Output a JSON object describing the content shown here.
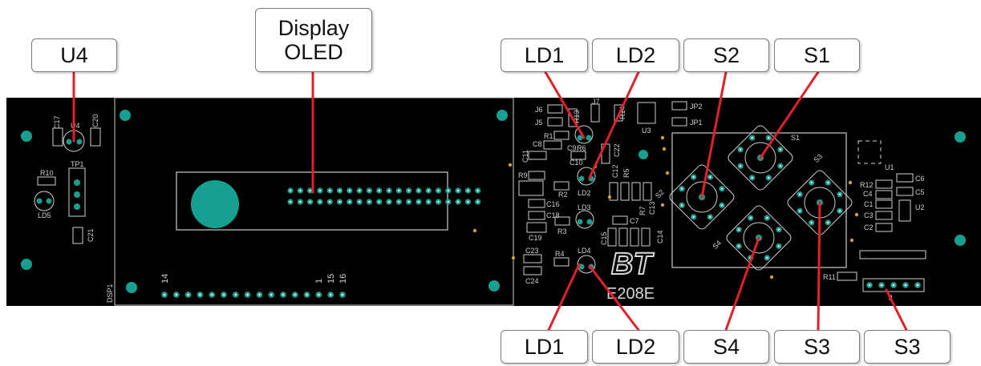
{
  "colors": {
    "board": "#000000",
    "silkscreen": "#cfcfcf",
    "pad": "#1e9c8e",
    "pad_hole": "#e6e6e6",
    "mount_hole": "#16a092",
    "leader": "#e0202a",
    "drill": "#c8a24a"
  },
  "callouts": {
    "u4": "U4",
    "display_line1": "Display",
    "display_line2": "OLED",
    "ld1_top": "LD1",
    "ld2_top": "LD2",
    "s2": "S2",
    "s1": "S1",
    "ld1_bottom": "LD1",
    "ld2_bottom": "LD2",
    "s4": "S4",
    "s3_a": "S3",
    "s3_b": "S3"
  },
  "board_labels": {
    "c17": "C17",
    "c20": "C20",
    "u4": "U4",
    "r10": "R10",
    "tp1": "TP1",
    "ld5": "LD5",
    "c21": "C21",
    "dsp1": "DSP1",
    "pin14": "14",
    "pin15": "15",
    "pin16": "16",
    "pin1": "1",
    "j6": "J6",
    "j5": "J5",
    "j7": "J7",
    "r13": "R13",
    "r14": "R14",
    "u3": "U3",
    "jp2": "JP2",
    "jp1": "JP1",
    "r1": "R1",
    "c8": "C8",
    "c9": "C9",
    "c10": "C10",
    "r6": "R6",
    "c22": "C22",
    "c11": "C11",
    "r9": "R9",
    "r2": "R2",
    "ld2": "LD2",
    "c12": "C12",
    "r5": "R5",
    "c18": "C18",
    "c16": "C16",
    "ld3": "LD3",
    "r3": "R3",
    "c19": "C19",
    "c15": "C15",
    "c7": "C7",
    "r7": "R7",
    "c13": "C13",
    "c14": "C14",
    "c23": "C23",
    "r4": "R4",
    "ld4": "LD4",
    "c24": "C24",
    "logo": "BT",
    "code": "E208E",
    "s1": "S1",
    "s2": "S2",
    "s3": "S3",
    "s4": "S4",
    "u1": "U1",
    "c6": "C6",
    "r12": "R12",
    "c5": "C5",
    "c4": "C4",
    "c1": "C1",
    "u2": "U2",
    "c3": "C3",
    "c2": "C2",
    "r11": "R11",
    "j": "J"
  }
}
